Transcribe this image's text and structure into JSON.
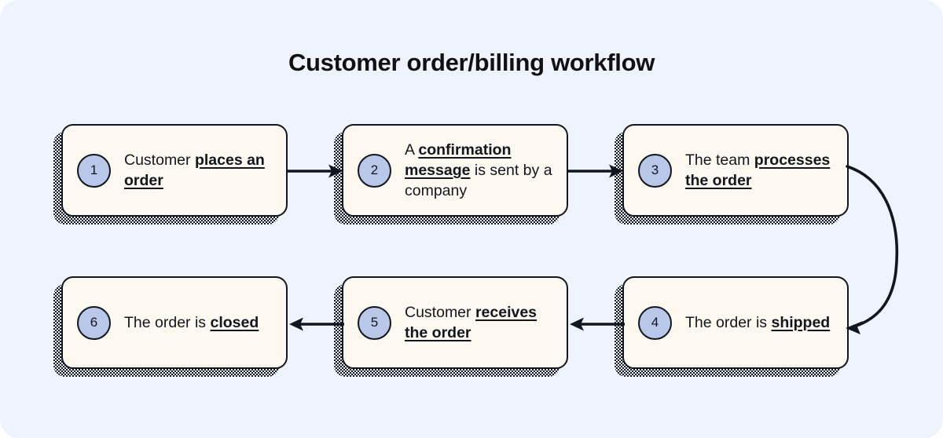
{
  "page": {
    "title": "Customer order/billing workflow",
    "background_color": "#eff3fe",
    "node_fill_color": "#fdf8f0",
    "badge_color": "#b9c7e8",
    "ink_color": "#12161f"
  },
  "diagram": {
    "type": "flowchart",
    "orientation": "serpentine-two-rows",
    "nodes": [
      {
        "number": "1",
        "text_plain": "Customer places an order",
        "text_html": "Customer <b>places an order</b>"
      },
      {
        "number": "2",
        "text_plain": "A confirmation message is sent by a company",
        "text_html": "A <b>confirmation message</b> is sent by a company"
      },
      {
        "number": "3",
        "text_plain": "The team processes the order",
        "text_html": "The team <b>processes the order</b>"
      },
      {
        "number": "4",
        "text_plain": "The order is shipped",
        "text_html": "The order is <b>shipped</b>"
      },
      {
        "number": "5",
        "text_plain": "Customer receives the order",
        "text_html": "Customer <b>receives the order</b>"
      },
      {
        "number": "6",
        "text_plain": "The order is closed",
        "text_html": "The order is <b>closed</b>"
      }
    ],
    "connectors": [
      {
        "from": "1",
        "to": "2",
        "shape": "straight",
        "direction": "right"
      },
      {
        "from": "2",
        "to": "3",
        "shape": "straight",
        "direction": "right"
      },
      {
        "from": "3",
        "to": "4",
        "shape": "curved",
        "direction": "down"
      },
      {
        "from": "4",
        "to": "5",
        "shape": "straight",
        "direction": "left"
      },
      {
        "from": "5",
        "to": "6",
        "shape": "straight",
        "direction": "left"
      }
    ]
  }
}
